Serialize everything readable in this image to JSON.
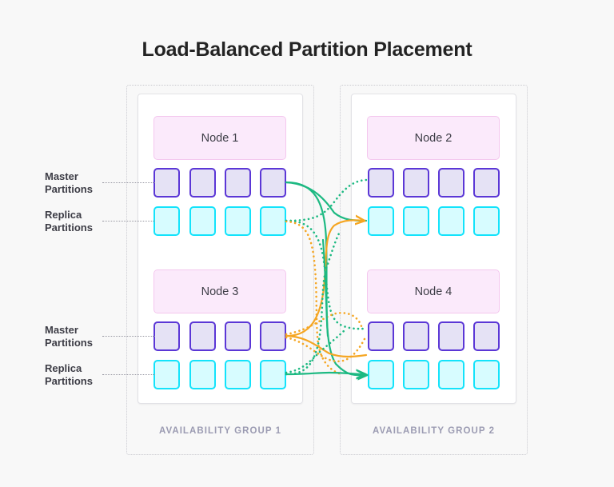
{
  "title": "Load-Balanced Partition Placement",
  "background_color": "#f8f8f8",
  "colors": {
    "master_border": "#5b37d6",
    "master_fill": "#e5e2f5",
    "replica_border": "#13e3fb",
    "replica_fill": "#d7fcff",
    "node_fill": "#fbeafb",
    "node_border": "#f4c7ee",
    "group_border": "#c9c9cf",
    "card_border": "#e2e2e6",
    "link_green": "#1db982",
    "link_orange": "#f5a623",
    "group_label": "#9b9bb2",
    "text": "#3d3d46"
  },
  "groups": [
    {
      "id": "availability-group-1",
      "label": "AVAILABILITY GROUP 1",
      "nodes": [
        {
          "id": "node-1",
          "label": "Node 1",
          "master_partitions": 4,
          "replica_partitions": 4,
          "master_label": "Master\nPartitions",
          "replica_label": "Replica\nPartitions"
        },
        {
          "id": "node-3",
          "label": "Node 3",
          "master_partitions": 4,
          "replica_partitions": 4,
          "master_label": "Master\nPartitions",
          "replica_label": "Replica\nPartitions"
        }
      ]
    },
    {
      "id": "availability-group-2",
      "label": "AVAILABILITY GROUP 2",
      "nodes": [
        {
          "id": "node-2",
          "label": "Node 2",
          "master_partitions": 4,
          "replica_partitions": 4
        },
        {
          "id": "node-4",
          "label": "Node 4",
          "master_partitions": 4,
          "replica_partitions": 4
        }
      ]
    }
  ],
  "legend_labels": {
    "master": "Master\nPartitions",
    "replica": "Replica\nPartitions"
  },
  "links": [
    {
      "id": "link-n1-master-to-n4-replica",
      "from": "node-1-master",
      "to": "node-4-replica",
      "color": "#1db982",
      "style": "solid",
      "arrow": true
    },
    {
      "id": "link-n1-replica-to-n2-master",
      "from": "node-1-replica",
      "to": "node-2-master",
      "color": "#1db982",
      "style": "dotted",
      "arrow": false
    },
    {
      "id": "link-n1-replica-to-n4-master-dotted",
      "from": "node-1-replica",
      "to": "node-4-master",
      "color": "#f5a623",
      "style": "dotted",
      "arrow": false
    },
    {
      "id": "link-n3-master-to-n2-replica",
      "from": "node-3-master",
      "to": "node-2-replica",
      "color": "#f5a623",
      "style": "solid",
      "arrow": true
    },
    {
      "id": "link-n3-master-to-n4-master",
      "from": "node-3-master",
      "to": "node-4-master",
      "color": "#f5a623",
      "style": "solid",
      "arrow": false
    },
    {
      "id": "link-n3-replica-to-n2-replica",
      "from": "node-3-replica",
      "to": "node-2-replica",
      "color": "#1db982",
      "style": "dotted",
      "arrow": false
    },
    {
      "id": "link-n3-replica-to-n4-replica",
      "from": "node-3-replica",
      "to": "node-4-replica",
      "color": "#1db982",
      "style": "solid",
      "arrow": true
    }
  ]
}
